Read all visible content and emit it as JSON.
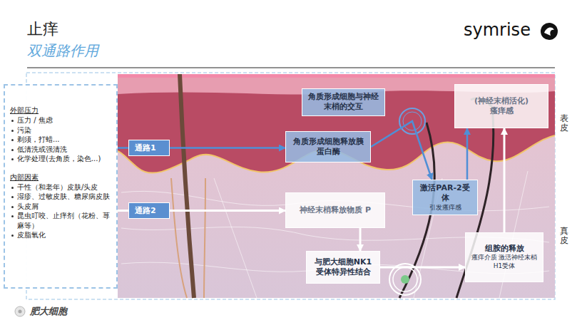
{
  "diagram": {
    "title": "止痒",
    "nodes": [
      {
        "text": [
          "外部压力",
          "压力 / 焦虑",
          "污染",
          "剃须，打蜡...",
          "低清洗或强清洗",
          "化学处理(去角质，染色...)",
          "内部因素",
          "干性（和老年）皮肤/头皮",
          "湿疹、过敏皮肤、糖尿病皮肤",
          "头皮屑",
          "昆虫叮咬、止痒剂（花粉、荨麻等）",
          "皮脂氧化"
        ]
      },
      {
        "text": [
          "通路1"
        ]
      },
      {
        "text": [
          "通路2"
        ]
      },
      {
        "text": [
          "角质形成细胞与神经末梢的交互"
        ]
      },
      {
        "text": [
          "角质形成细胞释放胰蛋白酶"
        ]
      },
      {
        "text": [
          "激活PAR-2受体",
          "引发瘙痒感"
        ]
      },
      {
        "text": [
          "(神经末梢活化)",
          "瘙痒感"
        ]
      },
      {
        "text": [
          "神经末梢释放物质 P"
        ]
      },
      {
        "text": [
          "与肥大细胞NK1受体特异性结合"
        ]
      },
      {
        "text": [
          "组胺的释放",
          "瘙痒介质 激活神经末梢H1受体"
        ]
      }
    ],
    "edges": [
      {
        "from": 0,
        "to": 1,
        "arrow": "none"
      },
      {
        "from": 1,
        "to": 4,
        "arrow": "to"
      },
      {
        "from": 0,
        "to": 2,
        "arrow": "none"
      },
      {
        "from": 2,
        "to": 7,
        "arrow": "to"
      },
      {
        "from": 4,
        "to": 5,
        "arrow": "to"
      },
      {
        "from": 5,
        "to": 6,
        "arrow": "to"
      },
      {
        "from": 7,
        "to": 8,
        "arrow": "to"
      },
      {
        "from": 8,
        "to": 9,
        "arrow": "to"
      },
      {
        "from": 9,
        "to": 6,
        "arrow": "to"
      }
    ],
    "labels": [
      "双通路作用",
      "symrise",
      "表皮",
      "真皮",
      "肥大细胞"
    ]
  }
}
